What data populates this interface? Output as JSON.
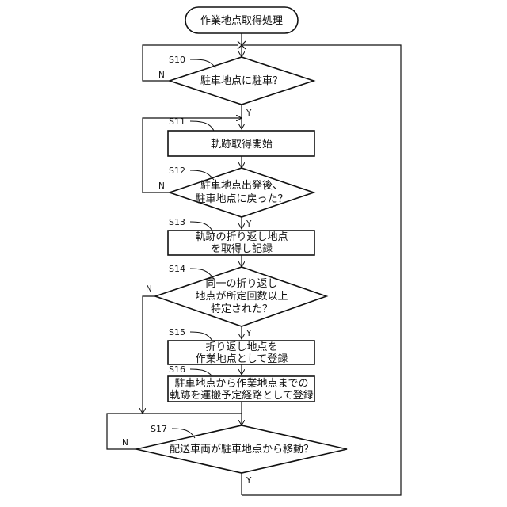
{
  "terminal": {
    "label": "作業地点取得処理"
  },
  "steps": {
    "s10": {
      "id": "S10",
      "label": "駐車地点に駐車？"
    },
    "s11": {
      "id": "S11",
      "label": "軌跡取得開始"
    },
    "s12": {
      "id": "S12",
      "line1": "駐車地点出発後、",
      "line2": "駐車地点に戻った？"
    },
    "s13": {
      "id": "S13",
      "line1": "軌跡の折り返し地点",
      "line2": "を取得し記録"
    },
    "s14": {
      "id": "S14",
      "line1": "同一の折り返し",
      "line2": "地点が所定回数以上",
      "line3": "特定された？"
    },
    "s15": {
      "id": "S15",
      "line1": "折り返し地点を",
      "line2": "作業地点として登録"
    },
    "s16": {
      "id": "S16",
      "line1": "駐車地点から作業地点までの",
      "line2": "軌跡を運搬予定経路として登録"
    },
    "s17": {
      "id": "S17",
      "label": "配送車両が駐車地点から移動？"
    }
  },
  "branches": {
    "yes": "Y",
    "no": "N"
  }
}
